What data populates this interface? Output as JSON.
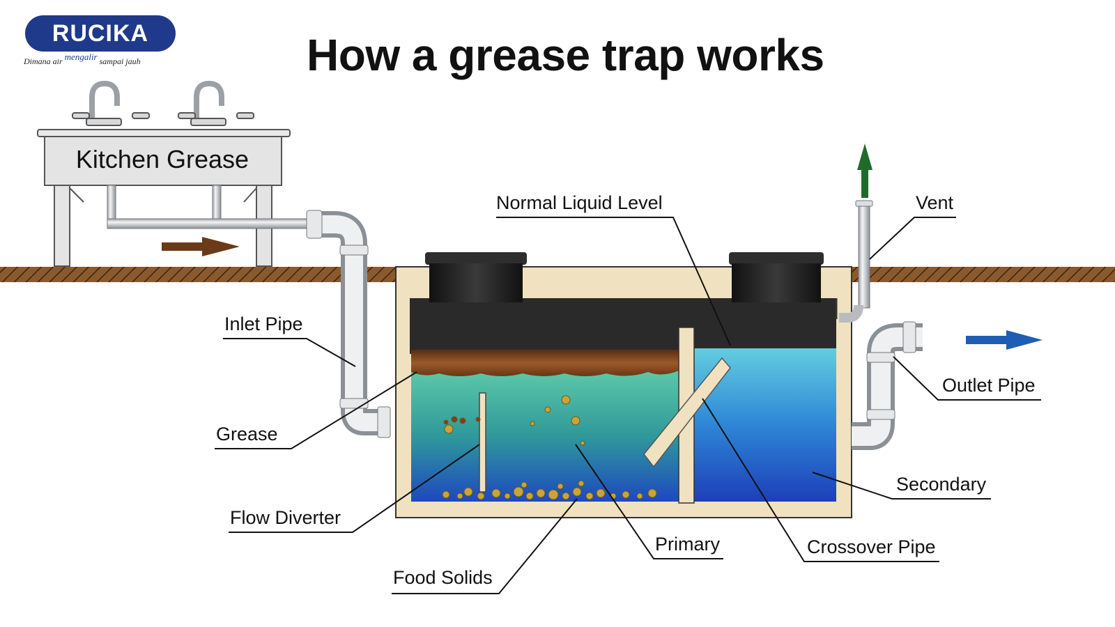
{
  "brand": {
    "name": "RUCIKA",
    "tagline_before": "Dimana air",
    "tagline_highlight": "mengalir",
    "tagline_after": "sampai jauh",
    "color": "#1f3a8a"
  },
  "title": "How a grease trap works",
  "sink": {
    "label": "Kitchen Grease"
  },
  "labels": {
    "normal_liquid_level": "Normal Liquid Level",
    "vent": "Vent",
    "inlet_pipe": "Inlet Pipe",
    "outlet_pipe": "Outlet Pipe",
    "grease": "Grease",
    "secondary": "Secondary",
    "flow_diverter": "Flow Diverter",
    "primary": "Primary",
    "crossover_pipe": "Crossover Pipe",
    "food_solids": "Food Solids"
  },
  "colors": {
    "ground": "#7a4a24",
    "tank_wall": "#f0e2c0",
    "grease_layer": "#8a4a22",
    "water_top": "#5ec9b8",
    "water_bottom": "#1e52c8",
    "in_flow_arrow": "#6b3a18",
    "out_flow_arrow": "#1f5db5",
    "vent_arrow": "#1f6b2a"
  }
}
